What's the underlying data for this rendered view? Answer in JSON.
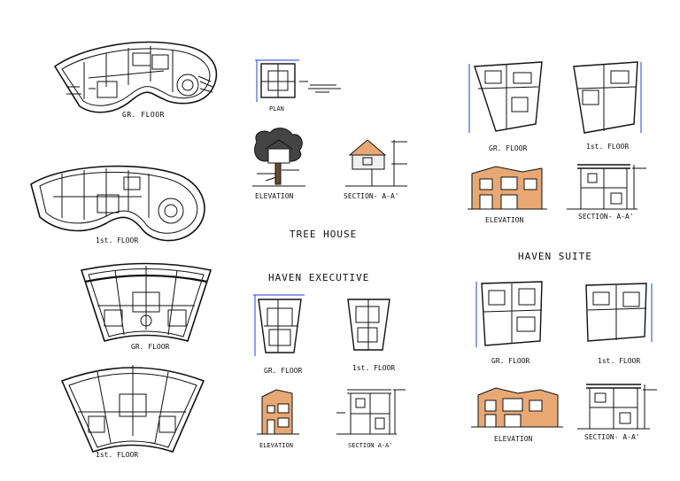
{
  "labels": {
    "kidney_gr_floor": "GR. FLOOR",
    "kidney_1st_floor": "1st. FLOOR",
    "fan_gr_floor": "GR. FLOOR",
    "fan_1st_floor": "1st. FLOOR",
    "tree_plan": "PLAN",
    "tree_elevation": "ELEVATION",
    "tree_section": "SECTION- A-A'",
    "tree_house_title": "TREE HOUSE",
    "haven_executive_title": "HAVEN EXECUTIVE",
    "exec_gr_floor": "GR. FLOOR",
    "exec_1st_floor": "1st. FLOOR",
    "exec_elevation": "ELEVATION",
    "exec_section": "SECTION A-A'",
    "suite_top_gr_floor": "GR. FLOOR",
    "suite_top_1st_floor": "1st. FLOOR",
    "suite_top_elevation": "ELEVATION",
    "suite_top_section": "SECTION- A-A'",
    "haven_suite_title": "HAVEN SUITE",
    "suite_gr_floor": "GR. FLOOR",
    "suite_1st_floor": "1st. FLOOR",
    "suite_elevation": "ELEVATION",
    "suite_section": "SECTION- A-A'"
  },
  "colors": {
    "line": "#111111",
    "dimension": "#1f3fd8",
    "facade": "#e8a874",
    "tree_trunk": "#6b4a2b",
    "tree_foliage": "#3a3a3a"
  }
}
